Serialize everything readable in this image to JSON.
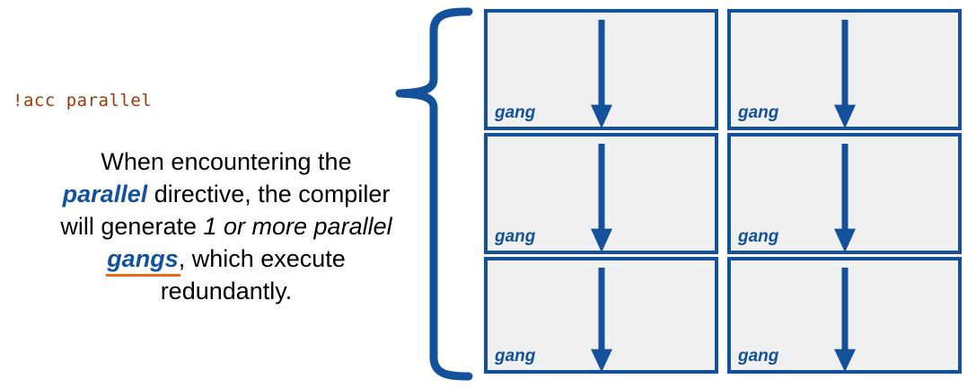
{
  "code": {
    "directive": "!acc parallel",
    "color": "#9B3A06"
  },
  "description": {
    "segment_1": "When encountering the ",
    "keyword_parallel": "parallel",
    "segment_2": " directive, the compiler will generate ",
    "emphasis_phrase": "1 or more parallel",
    "keyword_gangs": "gangs",
    "segment_3": ", which execute redundantly.",
    "full_text": "When encountering the parallel directive, the compiler will generate 1 or more parallel gangs, which execute redundantly.",
    "keyword_color": "#14519B",
    "underline_color": "#EA6A17"
  },
  "brace": {
    "name": "left-curly-brace",
    "color": "#14519B",
    "orientation": "opens-right"
  },
  "gang_grid": {
    "columns": 2,
    "rows": 3,
    "box_fill": "#F0F0F0",
    "box_border_color": "#14519B",
    "arrow_color": "#14519B",
    "arrow_direction": "down",
    "boxes": [
      {
        "label": "gang",
        "arrow": "arrow-down-icon"
      },
      {
        "label": "gang",
        "arrow": "arrow-down-icon"
      },
      {
        "label": "gang",
        "arrow": "arrow-down-icon"
      },
      {
        "label": "gang",
        "arrow": "arrow-down-icon"
      },
      {
        "label": "gang",
        "arrow": "arrow-down-icon"
      },
      {
        "label": "gang",
        "arrow": "arrow-down-icon"
      }
    ]
  }
}
